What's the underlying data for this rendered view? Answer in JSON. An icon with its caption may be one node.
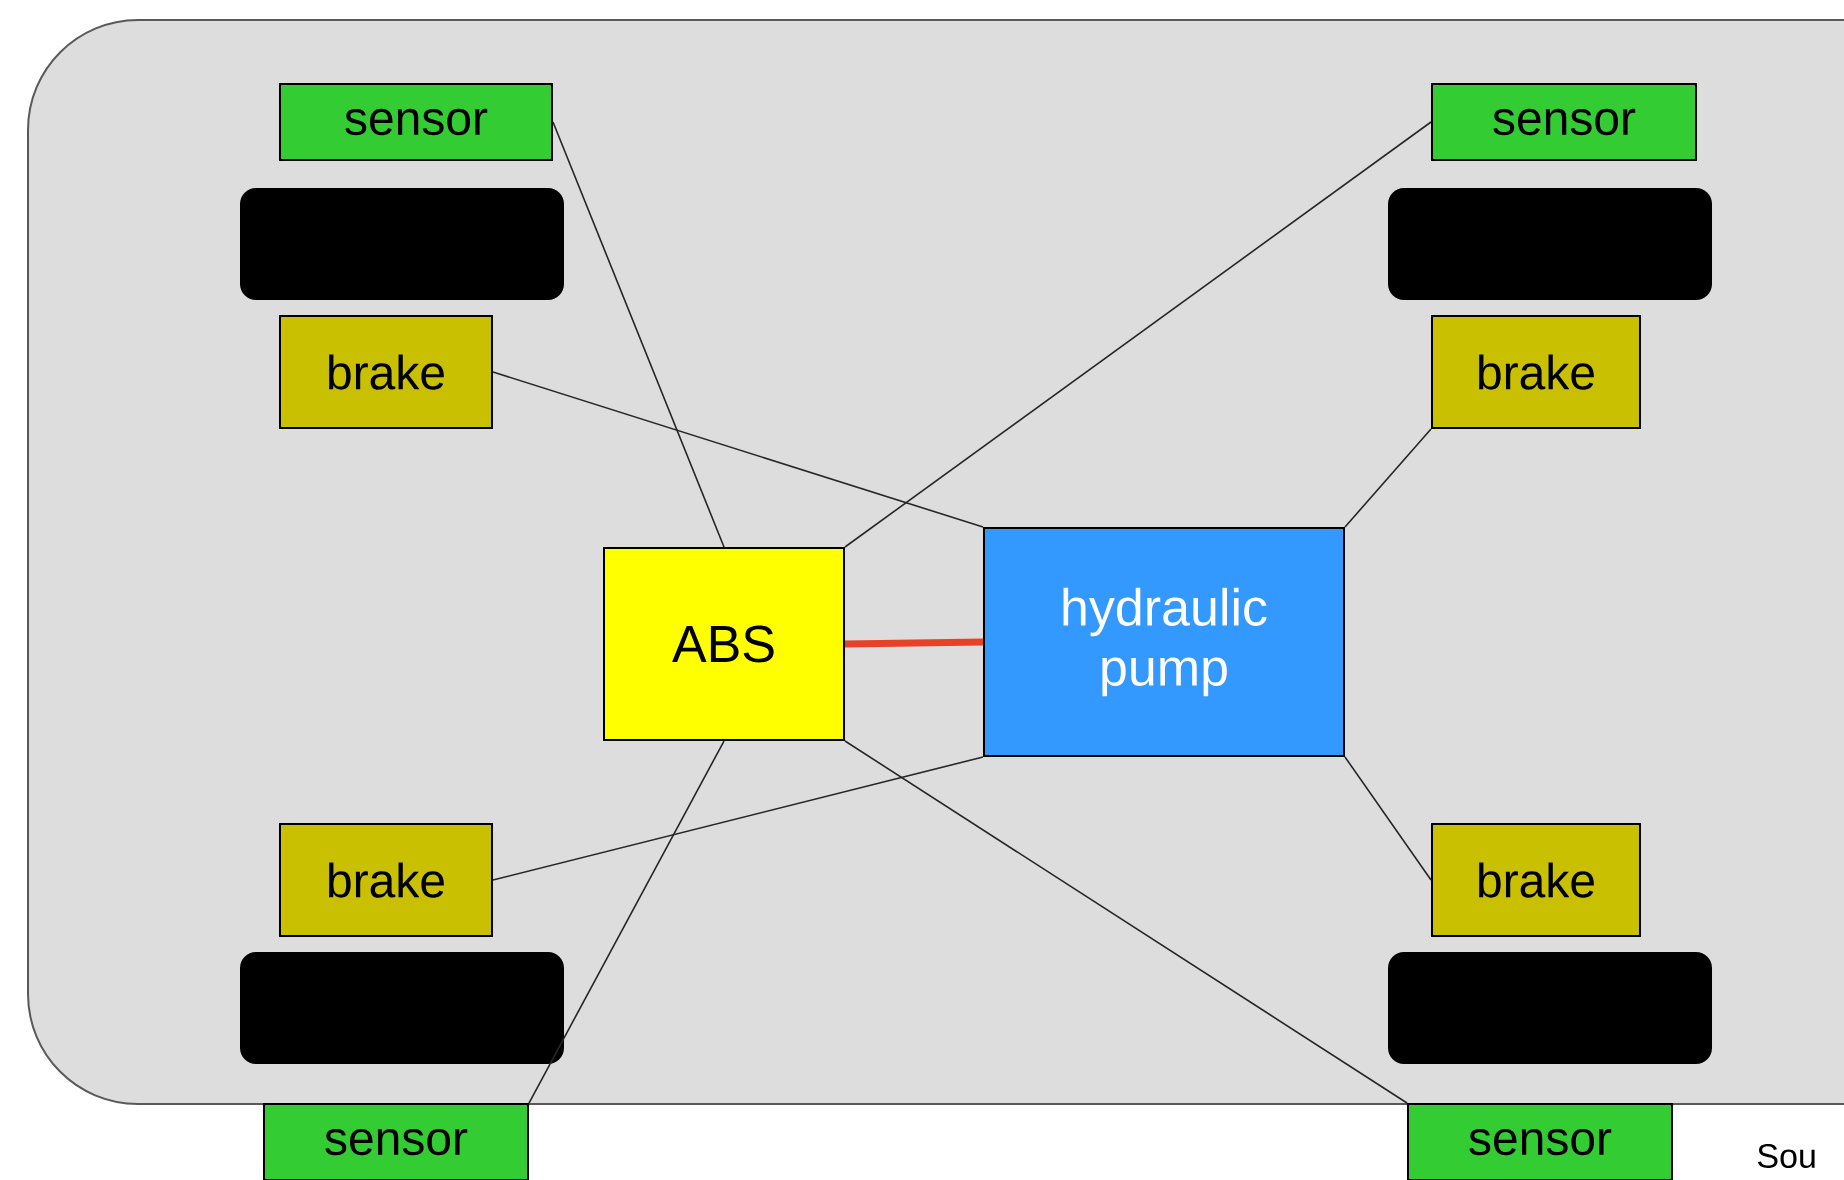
{
  "diagram": {
    "nodes": [
      {
        "text": [
          "sensor"
        ]
      },
      {
        "text": [
          "sensor"
        ]
      },
      {
        "text": [
          "brake"
        ]
      },
      {
        "text": [
          "brake"
        ]
      },
      {
        "text": [
          "ABS"
        ]
      },
      {
        "text": [
          "hydraulic pump"
        ]
      },
      {
        "text": [
          "brake"
        ]
      },
      {
        "text": [
          "brake"
        ]
      },
      {
        "text": [
          "sensor"
        ]
      },
      {
        "text": [
          "sensor"
        ]
      }
    ],
    "edges": [
      {
        "from": 0,
        "to": 4,
        "arrow": "none"
      },
      {
        "from": 1,
        "to": 4,
        "arrow": "none"
      },
      {
        "from": 2,
        "to": 5,
        "arrow": "none"
      },
      {
        "from": 3,
        "to": 5,
        "arrow": "none"
      },
      {
        "from": 4,
        "to": 5,
        "arrow": "none",
        "style": "thick",
        "color": "#e8412a"
      },
      {
        "from": 6,
        "to": 5,
        "arrow": "none"
      },
      {
        "from": 8,
        "to": 4,
        "arrow": "none"
      },
      {
        "from": 7,
        "to": 5,
        "arrow": "none"
      },
      {
        "from": 9,
        "to": 4,
        "arrow": "none"
      }
    ],
    "labels": [
      "Sou"
    ]
  }
}
